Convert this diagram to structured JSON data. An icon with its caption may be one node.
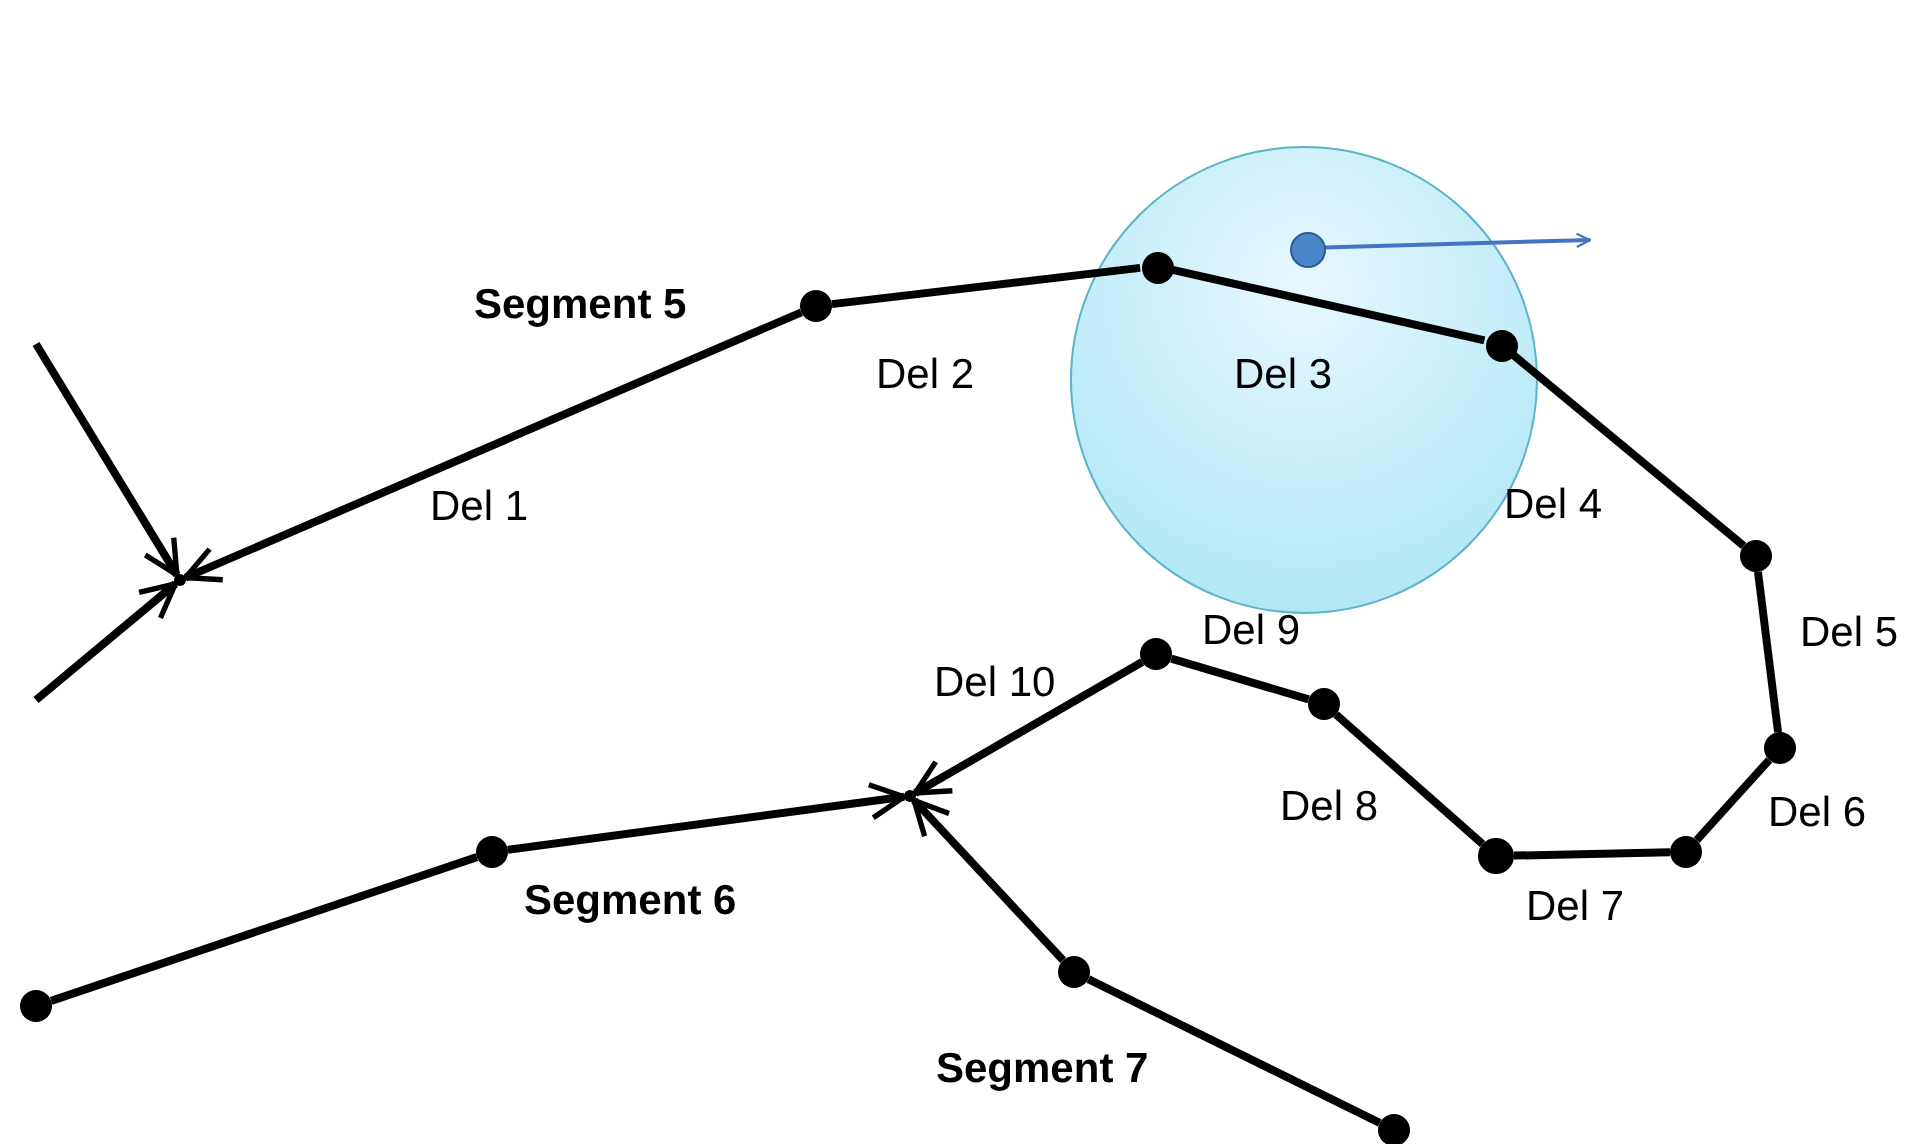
{
  "diagram": {
    "nodes": [
      {
        "text": [],
        "shape": "point"
      },
      {
        "text": [],
        "shape": "circle"
      },
      {
        "text": [],
        "shape": "circle",
        "in": 3
      },
      {
        "text": [],
        "shape": "circle"
      },
      {
        "text": [],
        "shape": "circle",
        "in": 3
      },
      {
        "text": [],
        "shape": "circle",
        "in": 3
      },
      {
        "text": [],
        "shape": "circle"
      },
      {
        "text": [],
        "shape": "circle"
      },
      {
        "text": [],
        "shape": "circle"
      },
      {
        "text": [],
        "shape": "circle"
      },
      {
        "text": [],
        "shape": "circle"
      },
      {
        "text": [],
        "shape": "circle"
      },
      {
        "text": [],
        "shape": "point"
      },
      {
        "text": [],
        "shape": "circle"
      },
      {
        "text": [],
        "shape": "circle"
      },
      {
        "text": [],
        "shape": "circle"
      },
      {
        "text": [],
        "shape": "circle"
      }
    ],
    "edges": [
      {
        "from": null,
        "to": 0,
        "arrow": "to"
      },
      {
        "from": null,
        "to": 0,
        "arrow": "to"
      },
      {
        "from": 1,
        "to": 0,
        "arrow": "to",
        "label": "Del 1"
      },
      {
        "from": 1,
        "to": 2,
        "arrow": "none",
        "label": "Del 2"
      },
      {
        "from": 2,
        "to": 5,
        "arrow": "none",
        "label": "Del 3"
      },
      {
        "from": 5,
        "to": 6,
        "arrow": "none",
        "label": "Del 4"
      },
      {
        "from": 6,
        "to": 7,
        "arrow": "none",
        "label": "Del 5"
      },
      {
        "from": 7,
        "to": 8,
        "arrow": "none",
        "label": "Del 6"
      },
      {
        "from": 8,
        "to": 9,
        "arrow": "none",
        "label": "Del 7"
      },
      {
        "from": 9,
        "to": 10,
        "arrow": "none",
        "label": "Del 8"
      },
      {
        "from": 10,
        "to": 11,
        "arrow": "none",
        "label": "Del 9"
      },
      {
        "from": 11,
        "to": 12,
        "arrow": "to",
        "label": "Del 10"
      },
      {
        "from": 13,
        "to": 14,
        "arrow": "none"
      },
      {
        "from": 14,
        "to": 12,
        "arrow": "to"
      },
      {
        "from": 16,
        "to": 15,
        "arrow": "none"
      },
      {
        "from": 15,
        "to": 12,
        "arrow": "to"
      },
      {
        "from": 4,
        "to": null,
        "arrow": "to",
        "color": "#4472c4"
      }
    ],
    "labels": [
      "Segment 5",
      "Segment 6",
      "Segment 7"
    ]
  }
}
